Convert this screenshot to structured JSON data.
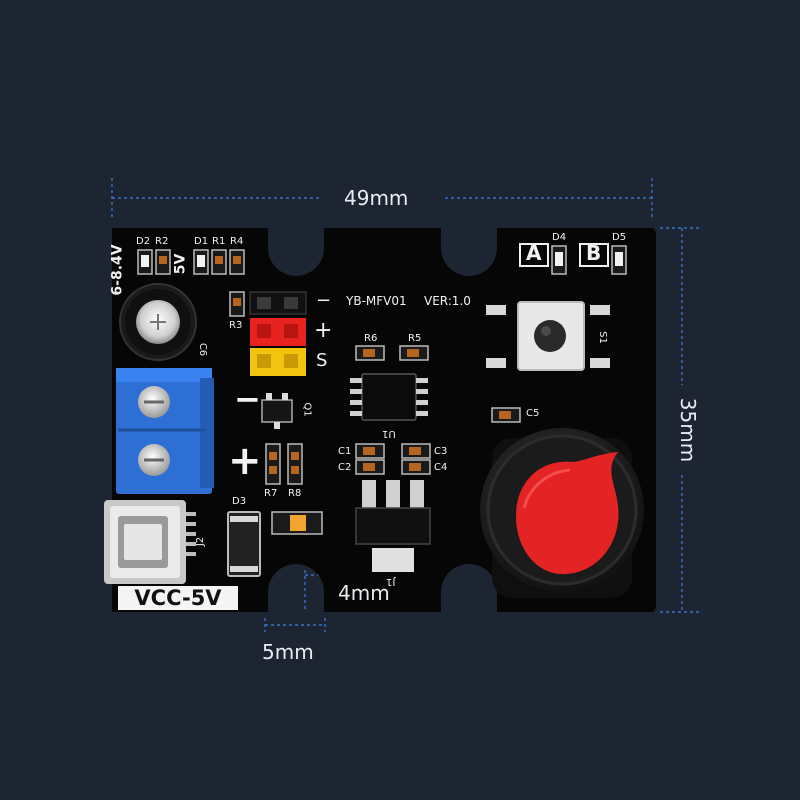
{
  "dimensions": {
    "width": "49mm",
    "height": "35mm",
    "hole_spacing": "4mm",
    "hole_width": "5mm"
  },
  "silkscreen": {
    "board_id": "YB-MFV01",
    "version": "VER:1.0",
    "power_in_label": "6-8.4V",
    "vcc_label": "VCC-5V",
    "five_v": "5V",
    "minus": "−",
    "plus": "+",
    "signal": "S",
    "button_a": "A",
    "button_b": "B",
    "refs": {
      "d2": "D2",
      "r2": "R2",
      "d1": "D1",
      "r1": "R1",
      "r4": "R4",
      "r3": "R3",
      "r6": "R6",
      "r5": "R5",
      "c6": "C6",
      "q1": "Q1",
      "r7": "R7",
      "r8": "R8",
      "d3": "D3",
      "j2": "J2",
      "d4": "D4",
      "d5": "D5",
      "s1": "S1",
      "c5": "C5",
      "c1": "C1",
      "c2": "C2",
      "c3": "C3",
      "c4": "C4",
      "u1": "U1",
      "j1": "J1"
    }
  },
  "colors": {
    "background": "#1d2532",
    "pcb": "#060606",
    "terminal_block": "#2e6fd6",
    "knob_cap": "#e42324",
    "dimension_line": "#3f7fe0",
    "header_red": "#e8231f",
    "header_yellow": "#f2c40f"
  }
}
